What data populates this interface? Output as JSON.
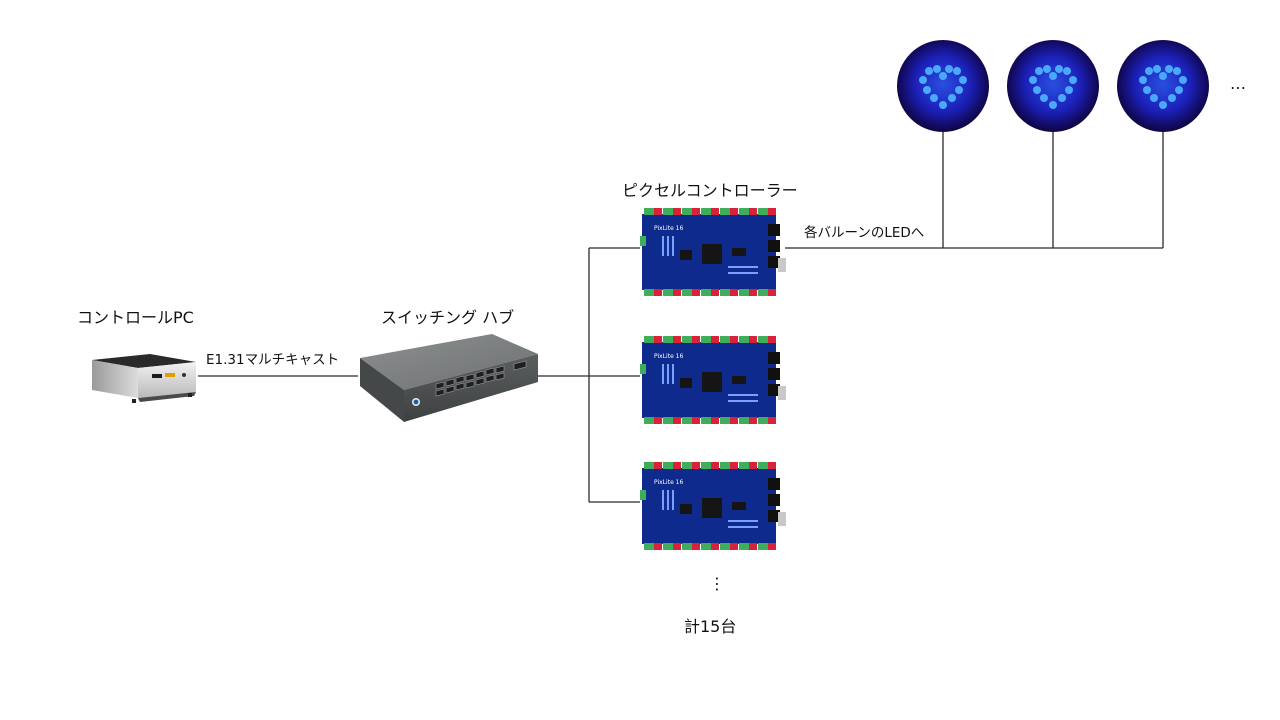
{
  "labels": {
    "pc": "コントロールPC",
    "protocol": "E1.31マルチキャスト",
    "hub": "スイッチング ハブ",
    "controller": "ピクセルコントローラー",
    "to_balloons": "各バルーンのLEDへ",
    "balloon_more": "…",
    "controller_more": "⋮",
    "total": "計15台"
  },
  "board_text": "PixLite 16",
  "icons": {
    "pc": "mini-pc-icon",
    "hub": "network-switch-icon",
    "controller": "pixel-controller-board-icon",
    "balloon": "heart-led-balloon-icon"
  },
  "colors": {
    "line": "#2b2b2b",
    "board": "#0e2a8c",
    "terminal_green": "#3fae5a",
    "terminal_red": "#d8223a",
    "balloon_dark": "#120a5e",
    "balloon_glow": "#4aa8ff"
  }
}
